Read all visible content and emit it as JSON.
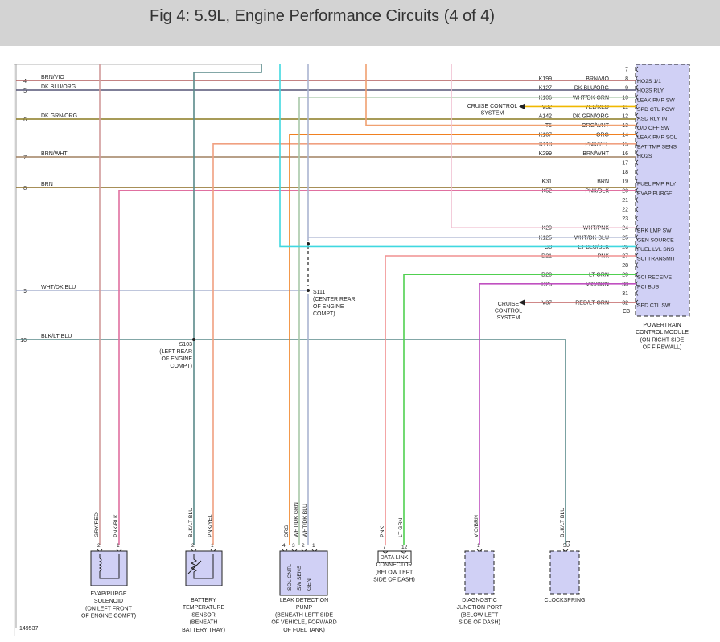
{
  "title": "Fig 4: 5.9L, Engine Performance Circuits (4 of 4)",
  "figure_id": "149537",
  "colors": {
    "brn_vio": "#b05a5a",
    "dk_blu_org": "#555577",
    "dk_grn_org": "#8a7a20",
    "brn_wht": "#a08060",
    "brn": "#8a6a20",
    "pnk_blk": "#e070a0",
    "wht_dk_grn": "#a8c8a8",
    "yel_red": "#f0b800",
    "org_wht": "#f0a070",
    "org": "#f08020",
    "pnk_yel": "#f0a080",
    "brn_wht_kwire": "#e8b0c0",
    "wht_pnk": "#f0c0d0",
    "wht_dk_blu": "#aab4d0",
    "lt_blu_blk": "#40d8e0",
    "pnk": "#f09090",
    "lt_grn": "#50d050",
    "vio_brn": "#c050c0",
    "red_lt_grn": "#c06060",
    "blk_lt_blu": "#5a8a8a",
    "gry_red": "#d09a9a",
    "pcm_fill": "#d0d0f5",
    "component_fill": "#d0d0f5"
  },
  "left_wires": [
    {
      "num": "4",
      "label": "BRN/VIO"
    },
    {
      "num": "5",
      "label": "DK BLU/ORG"
    },
    {
      "num": "6",
      "label": "DK GRN/ORG"
    },
    {
      "num": "7",
      "label": "BRN/WHT"
    },
    {
      "num": "8",
      "label": "BRN"
    },
    {
      "num": "9",
      "label": "WHT/DK BLU"
    },
    {
      "num": "10",
      "label": "BLK/LT BLU"
    }
  ],
  "pcm_pins": [
    {
      "pin": "7",
      "circuit": "",
      "color": "",
      "name": ""
    },
    {
      "pin": "8",
      "circuit": "K199",
      "color": "BRN/VIO",
      "name": "HO2S 1/1"
    },
    {
      "pin": "9",
      "circuit": "K127",
      "color": "DK BLU/ORG",
      "name": "HO2S RLY"
    },
    {
      "pin": "10",
      "circuit": "K106",
      "color": "WHT/DK GRN",
      "name": "LEAK PMP SW"
    },
    {
      "pin": "11",
      "circuit": "V32",
      "color": "YEL/RED",
      "name": "SPD CTL POW"
    },
    {
      "pin": "12",
      "circuit": "A142",
      "color": "DK GRN/ORG",
      "name": "ASD RLY IN"
    },
    {
      "pin": "13",
      "circuit": "T6",
      "color": "ORG/WHT",
      "name": "O/D OFF SW"
    },
    {
      "pin": "14",
      "circuit": "K107",
      "color": "ORG",
      "name": "LEAK PMP SOL"
    },
    {
      "pin": "15",
      "circuit": "K118",
      "color": "PNK/YEL",
      "name": "BAT TMP SENS"
    },
    {
      "pin": "16",
      "circuit": "K299",
      "color": "BRN/WHT",
      "name": "HO2S"
    },
    {
      "pin": "17",
      "circuit": "",
      "color": "",
      "name": ""
    },
    {
      "pin": "18",
      "circuit": "",
      "color": "",
      "name": ""
    },
    {
      "pin": "19",
      "circuit": "K31",
      "color": "BRN",
      "name": "FUEL PMP RLY"
    },
    {
      "pin": "20",
      "circuit": "K52",
      "color": "PNK/BLK",
      "name": "EVAP PURGE"
    },
    {
      "pin": "21",
      "circuit": "",
      "color": "",
      "name": ""
    },
    {
      "pin": "22",
      "circuit": "",
      "color": "",
      "name": ""
    },
    {
      "pin": "23",
      "circuit": "",
      "color": "",
      "name": ""
    },
    {
      "pin": "24",
      "circuit": "K29",
      "color": "WHT/PNK",
      "name": "BRK LMP SW"
    },
    {
      "pin": "25",
      "circuit": "K125",
      "color": "WHT/DK BLU",
      "name": "GEN SOURCE"
    },
    {
      "pin": "26",
      "circuit": "G8",
      "color": "LT BLU/BLK",
      "name": "FUEL LVL SNS"
    },
    {
      "pin": "27",
      "circuit": "D21",
      "color": "PNK",
      "name": "SCI TRANSMIT"
    },
    {
      "pin": "28",
      "circuit": "",
      "color": "",
      "name": ""
    },
    {
      "pin": "29",
      "circuit": "D20",
      "color": "LT GRN",
      "name": "SCI RECEIVE"
    },
    {
      "pin": "30",
      "circuit": "D25",
      "color": "VIO/BRN",
      "name": "PCI BUS"
    },
    {
      "pin": "31",
      "circuit": "",
      "color": "",
      "name": ""
    },
    {
      "pin": "32",
      "circuit": "V37",
      "color": "RED/LT GRN",
      "name": "SPD CTL SW"
    }
  ],
  "pcm": {
    "connector": "C3",
    "label_lines": [
      "POWERTRAIN",
      "CONTROL MODULE",
      "(ON RIGHT SIDE",
      "OF FIREWALL)"
    ]
  },
  "cruise_top": {
    "lines": [
      "CRUISE CONTROL",
      "SYSTEM"
    ]
  },
  "cruise_bottom": {
    "lines": [
      "CRUISE",
      "CONTROL",
      "SYSTEM"
    ]
  },
  "splices": {
    "s111": {
      "lines": [
        "S111",
        "(CENTER REAR",
        "OF ENGINE",
        "COMPT)"
      ]
    },
    "s103": {
      "lines": [
        "S103",
        "(LEFT REAR",
        "OF ENGINE",
        "COMPT)"
      ]
    }
  },
  "components": {
    "evap": {
      "wires": [
        "GRY/RED",
        "PNK/BLK"
      ],
      "pins": [
        "2",
        "1"
      ],
      "label_lines": [
        "EVAP/PURGE",
        "SOLENOID",
        "(ON LEFT FRONT",
        "OF ENGINE COMPT)"
      ]
    },
    "battery": {
      "wires": [
        "BLK/LT BLU",
        "PNK/YEL"
      ],
      "pins": [
        "2",
        "1"
      ],
      "label_lines": [
        "BATTERY",
        "TEMPERATURE",
        "SENSOR",
        "(BENEATH",
        "BATTERY TRAY)"
      ]
    },
    "leak": {
      "wires": [
        "ORG",
        "WHT/DK GRN",
        "WHT/DK BLU"
      ],
      "pins": [
        "4",
        "3",
        "2",
        "1"
      ],
      "inner": [
        "SOL CNTL",
        "SW SENS",
        "GEN"
      ],
      "label_lines": [
        "LEAK DETECTION",
        "PUMP",
        "(BENEATH LEFT SIDE",
        "OF VEHICLE, FORWARD",
        "OF FUEL TANK)"
      ]
    },
    "dlc": {
      "wires": [
        "PNK",
        "LT GRN"
      ],
      "pins": [
        "7",
        "12"
      ],
      "label_lines": [
        "DATA LINK",
        "CONNECTOR",
        "(BELOW LEFT",
        "SIDE OF DASH)"
      ]
    },
    "djp": {
      "wires": [
        "VIO/BRN"
      ],
      "pins": [
        "1"
      ],
      "label_lines": [
        "DIAGNOSTIC",
        "JUNCTION PORT",
        "(BELOW LEFT",
        "SIDE OF DASH)"
      ]
    },
    "clock": {
      "wires": [
        "BLK/LT BLU"
      ],
      "pins": [
        "5",
        "C1"
      ],
      "label_lines": [
        "CLOCKSPRING"
      ]
    }
  }
}
